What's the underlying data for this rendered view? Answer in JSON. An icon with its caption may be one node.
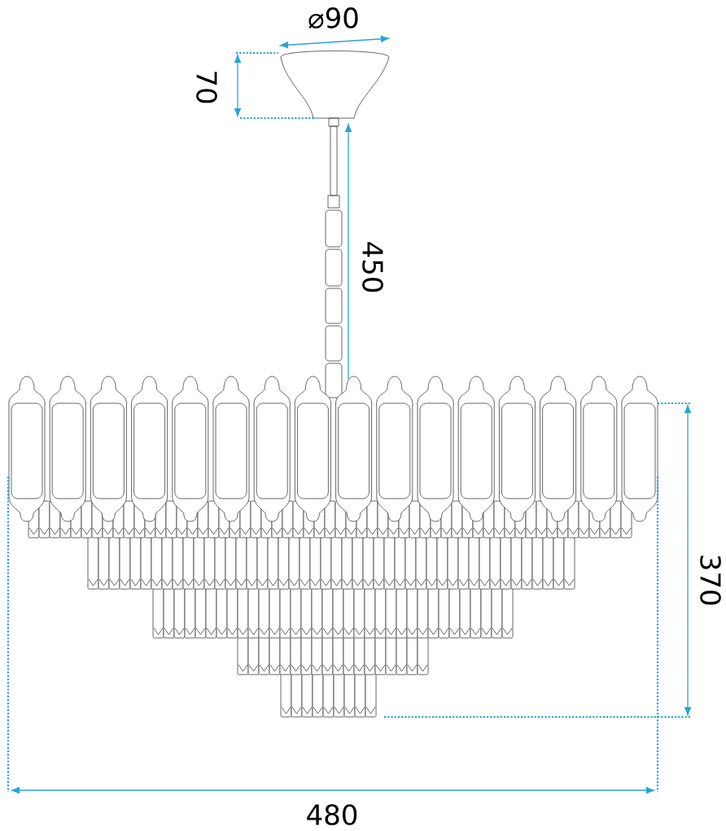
{
  "diagram": {
    "labels": [
      "⌀90",
      "70",
      "450",
      "370",
      "480"
    ]
  }
}
